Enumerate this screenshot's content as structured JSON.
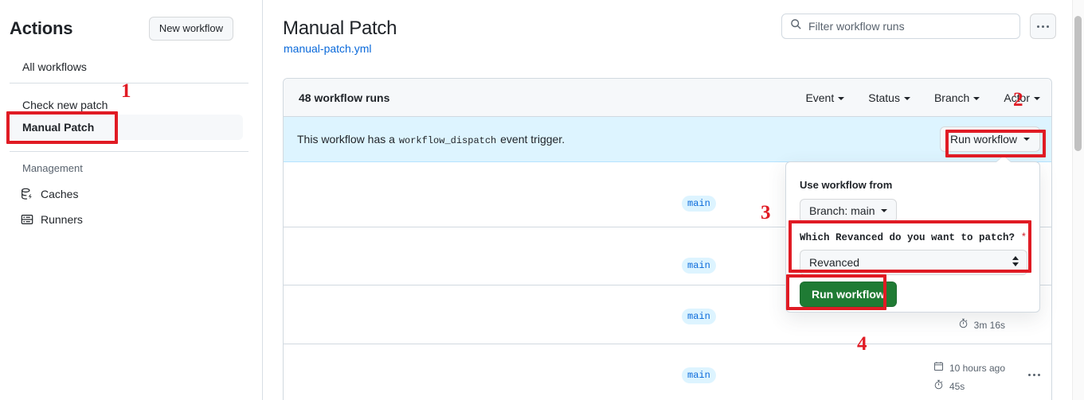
{
  "sidebar": {
    "title": "Actions",
    "new_workflow_label": "New workflow",
    "all_workflows_label": "All workflows",
    "workflows": [
      {
        "label": "Check new patch",
        "active": false
      },
      {
        "label": "Manual Patch",
        "active": true
      }
    ],
    "management_title": "Management",
    "management_items": [
      {
        "label": "Caches",
        "icon": "cache-icon"
      },
      {
        "label": "Runners",
        "icon": "runners-icon"
      }
    ]
  },
  "header": {
    "title": "Manual Patch",
    "file_link": "manual-patch.yml",
    "filter_placeholder": "Filter workflow runs",
    "filter_icon": "search-icon",
    "kebab_icon": "kebab-horizontal-icon"
  },
  "runs_panel": {
    "count_label": "48 workflow runs",
    "filters": [
      {
        "label": "Event"
      },
      {
        "label": "Status"
      },
      {
        "label": "Branch"
      },
      {
        "label": "Actor"
      }
    ],
    "dispatch_banner": {
      "text_before": "This workflow has a",
      "code": "workflow_dispatch",
      "text_after": "event trigger.",
      "run_button_label": "Run workflow"
    },
    "rows": [
      {
        "branch": "main",
        "age": "",
        "duration": ""
      },
      {
        "branch": "main",
        "age": "",
        "duration": ""
      },
      {
        "branch": "main",
        "age": "",
        "duration": "3m 16s"
      },
      {
        "branch": "main",
        "age": "10 hours ago",
        "duration": "45s"
      }
    ]
  },
  "popover": {
    "use_workflow_from_label": "Use workflow from",
    "branch_selector_label": "Branch: main",
    "input_label": "Which Revanced do you want to patch?",
    "required_marker": "*",
    "input_value": "Revanced",
    "run_button_label": "Run workflow"
  },
  "annotations": [
    {
      "number": "1"
    },
    {
      "number": "2"
    },
    {
      "number": "3"
    },
    {
      "number": "4"
    }
  ],
  "colors": {
    "accent_blue": "#0969da",
    "banner_blue": "#ddf4ff",
    "green_button": "#1f7b34",
    "annotation_red": "#e01b24",
    "progress_orange": "#ff7b63"
  }
}
